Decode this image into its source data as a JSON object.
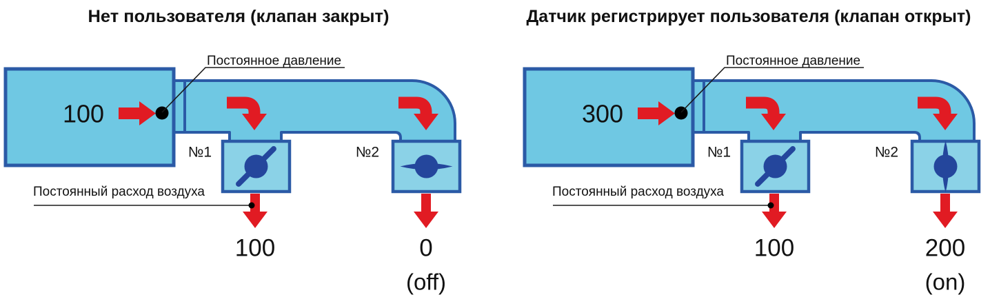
{
  "colors": {
    "outline": "#2b5aa6",
    "duct_fill": "#6fc8e3",
    "valve_fill": "#8bd2e7",
    "damper": "#24469c",
    "arrow_red": "#e11b23",
    "text": "#111111"
  },
  "diagrams": {
    "left": {
      "title": "Нет пользователя (клапан закрыт)",
      "pressure_label": "Постоянное давление",
      "flow_label": "Постоянный расход воздуха",
      "supply_flow": "100",
      "branch1": {
        "label": "№1",
        "flow": "100",
        "blade_angle": -45
      },
      "branch2": {
        "label": "№2",
        "flow": "0",
        "state": "(off)",
        "blade_angle": 0
      }
    },
    "right": {
      "title": "Датчик регистрирует пользователя (клапан открыт)",
      "pressure_label": "Постоянное давление",
      "flow_label": "Постоянный расход воздуха",
      "supply_flow": "300",
      "branch1": {
        "label": "№1",
        "flow": "100",
        "blade_angle": -45
      },
      "branch2": {
        "label": "№2",
        "flow": "200",
        "state": "(on)",
        "blade_angle": 90
      }
    }
  }
}
